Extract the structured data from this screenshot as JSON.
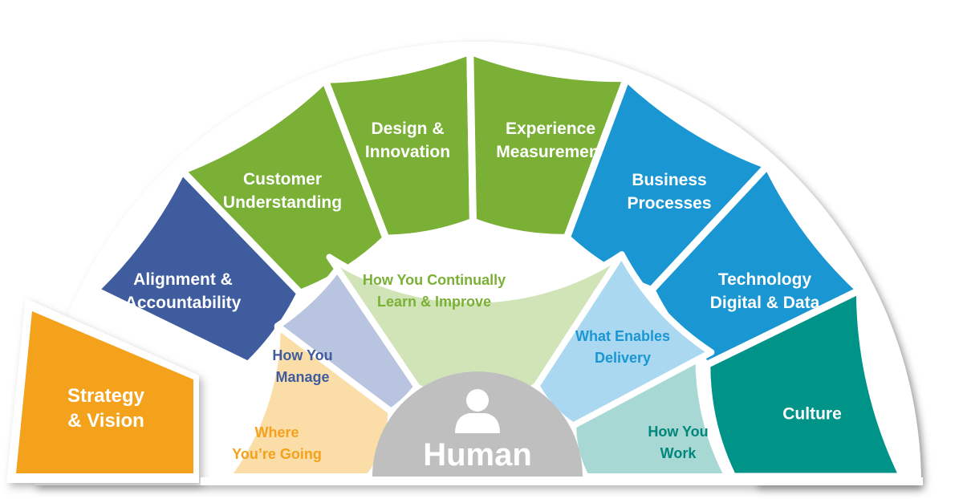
{
  "outer_segments": [
    {
      "id": "strategy-vision",
      "lines": [
        "Strategy",
        "& Vision"
      ],
      "color": "#F4A11C",
      "text_color": "#FFFFFF"
    },
    {
      "id": "alignment-accountability",
      "lines": [
        "Alignment &",
        "Accountability"
      ],
      "color": "#3E5C9E",
      "text_color": "#FFFFFF"
    },
    {
      "id": "customer-understanding",
      "lines": [
        "Customer",
        "Understanding"
      ],
      "color": "#7AB035",
      "text_color": "#FFFFFF"
    },
    {
      "id": "design-innovation",
      "lines": [
        "Design &",
        "Innovation"
      ],
      "color": "#7AB035",
      "text_color": "#FFFFFF"
    },
    {
      "id": "experience-measurement",
      "lines": [
        "Experience",
        "Measurement"
      ],
      "color": "#7AB035",
      "text_color": "#FFFFFF"
    },
    {
      "id": "business-processes",
      "lines": [
        "Business",
        "Processes"
      ],
      "color": "#1A96D2",
      "text_color": "#FFFFFF"
    },
    {
      "id": "technology-digital-data",
      "lines": [
        "Technology",
        "Digital & Data"
      ],
      "color": "#1A96D2",
      "text_color": "#FFFFFF"
    },
    {
      "id": "culture",
      "lines": [
        "Culture"
      ],
      "color": "#009488",
      "text_color": "#FFFFFF"
    }
  ],
  "inner_segments": [
    {
      "id": "where-youre-going",
      "lines": [
        "Where",
        "You’re Going"
      ],
      "color": "#FBDDA8",
      "text_color": "#F4A11C"
    },
    {
      "id": "how-you-manage",
      "lines": [
        "How You",
        "Manage"
      ],
      "color": "#B8C4E0",
      "text_color": "#3E5C9E"
    },
    {
      "id": "how-you-continually-learn-improve",
      "lines": [
        "How You Continually",
        "Learn & Improve"
      ],
      "color": "#D1E4B8",
      "text_color": "#7AB035"
    },
    {
      "id": "what-enables-delivery",
      "lines": [
        "What Enables",
        "Delivery"
      ],
      "color": "#A9D8F0",
      "text_color": "#1A96D2"
    },
    {
      "id": "how-you-work",
      "lines": [
        "How You",
        "Work"
      ],
      "color": "#A8D8D4",
      "text_color": "#00867B"
    }
  ],
  "center": {
    "label": "Human",
    "color": "#BFBFBF",
    "text_color": "#FFFFFF",
    "icon": "person-icon"
  }
}
